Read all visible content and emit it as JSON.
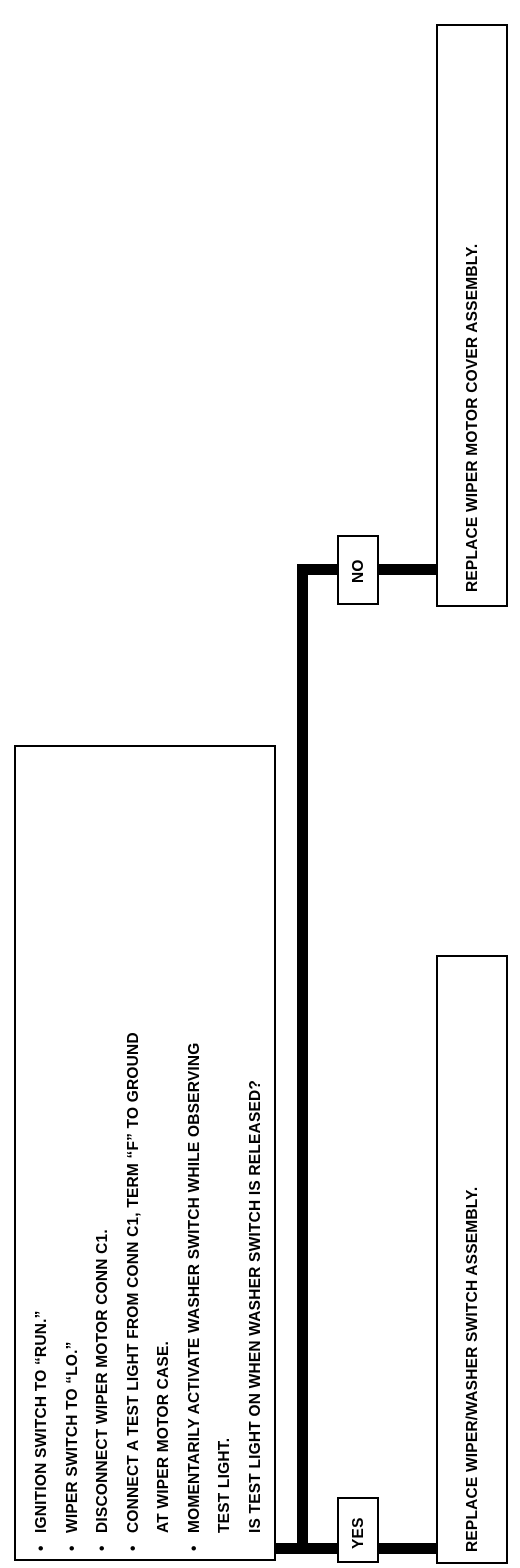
{
  "question_box": {
    "items": [
      {
        "bullet": "•",
        "text": "IGNITION SWITCH TO “RUN.”"
      },
      {
        "bullet": "•",
        "text": "WIPER SWITCH TO “LO.”"
      },
      {
        "bullet": "•",
        "text": "DISCONNECT WIPER MOTOR CONN C1."
      },
      {
        "bullet": "•",
        "text": "CONNECT A TEST LIGHT FROM CONN C1, TERM “F” TO GROUND"
      },
      {
        "bullet": "",
        "text": "AT WIPER MOTOR CASE."
      },
      {
        "bullet": "•",
        "text": "MOMENTARILY ACTIVATE WASHER SWITCH WHILE OBSERVING"
      },
      {
        "bullet": "",
        "text": "TEST LIGHT."
      },
      {
        "bullet": "",
        "text": "IS TEST LIGHT ON WHEN WASHER SWITCH IS RELEASED?"
      }
    ]
  },
  "yes_label": "YES",
  "no_label": "NO",
  "yes_result": "REPLACE WIPER/WASHER SWITCH ASSEMBLY.",
  "no_result": "REPLACE WIPER MOTOR COVER ASSEMBLY."
}
